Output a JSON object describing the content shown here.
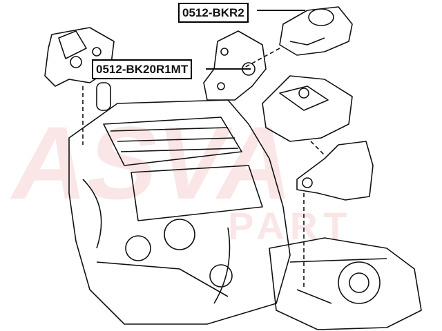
{
  "parts": [
    {
      "part_number": "0512-BKR2"
    },
    {
      "part_number": "0512-BK20R1MT"
    }
  ],
  "watermark": {
    "brand": "ASVA",
    "sub": "PART"
  },
  "colors": {
    "line": "#111111",
    "watermark": "#dc3c3c"
  }
}
